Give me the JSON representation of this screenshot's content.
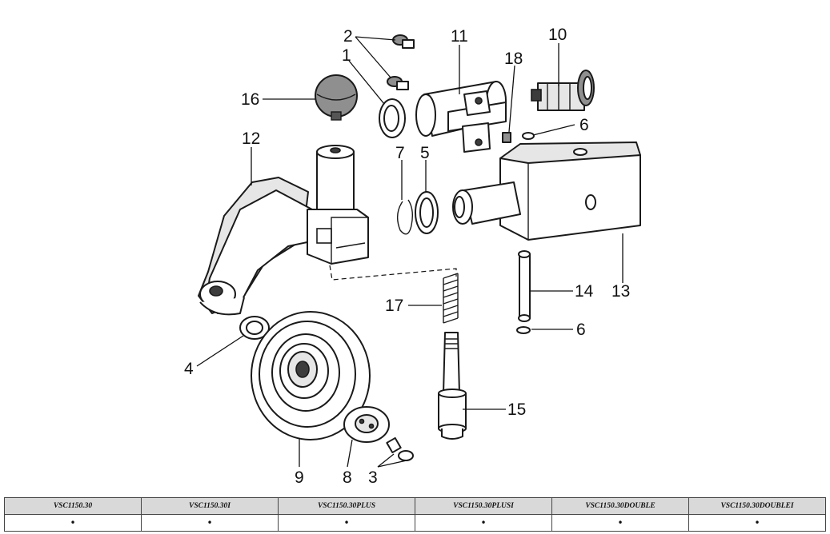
{
  "callouts": {
    "c1": "1",
    "c2": "2",
    "c3": "3",
    "c4": "4",
    "c5": "5",
    "c6a": "6",
    "c6b": "6",
    "c7": "7",
    "c8": "8",
    "c9": "9",
    "c10": "10",
    "c11": "11",
    "c12": "12",
    "c13": "13",
    "c14": "14",
    "c15": "15",
    "c16": "16",
    "c17": "17",
    "c18": "18"
  },
  "table": {
    "headers": [
      "VSC1150.30",
      "VSC1150.30I",
      "VSC1150.30PLUS",
      "VSC1150.30PLUSI",
      "VSC1150.30DOUBLE",
      "VSC1150.30DOUBLEI"
    ],
    "row": [
      "•",
      "•",
      "•",
      "•",
      "•",
      "•"
    ]
  }
}
